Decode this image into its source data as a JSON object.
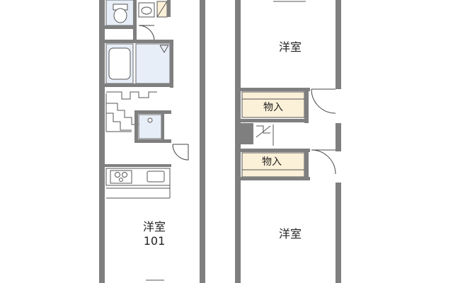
{
  "floor1": {
    "room_label": "洋室",
    "unit_number": "101"
  },
  "floor2": {
    "room_top_label": "洋室",
    "closet_top_label": "物入",
    "closet_bottom_label": "物入",
    "room_bottom_label": "洋室"
  },
  "colors": {
    "wall": "#7f7f7f",
    "wet_area": "#e8eef8",
    "closet": "#fbf0d8"
  }
}
